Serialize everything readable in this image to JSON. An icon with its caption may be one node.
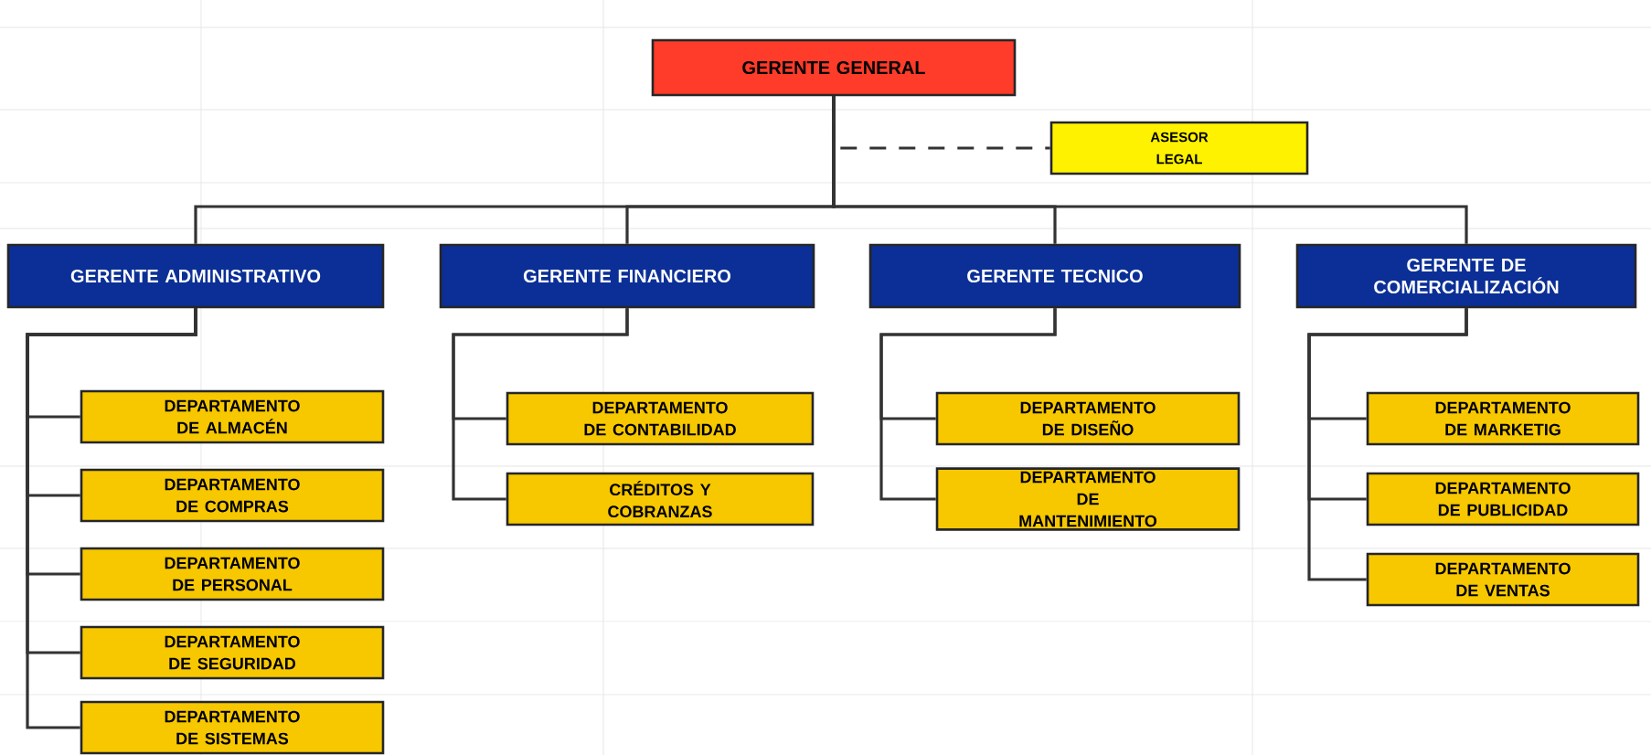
{
  "diagram": {
    "nodes": [
      {
        "text": [
          "GERENTE GENERAL"
        ]
      },
      {
        "text": [
          "ASESOR LEGAL"
        ]
      },
      {
        "text": [
          "GERENTE ADMINISTRATIVO"
        ]
      },
      {
        "text": [
          "GERENTE FINANCIERO"
        ]
      },
      {
        "text": [
          "GERENTE TECNICO"
        ]
      },
      {
        "text": [
          "GERENTE DE COMERCIALIZACIÓN"
        ]
      },
      {
        "text": [
          "DEPARTAMENTO DE ALMACÉN"
        ]
      },
      {
        "text": [
          "DEPARTAMENTO DE COMPRAS"
        ]
      },
      {
        "text": [
          "DEPARTAMENTO DE PERSONAL"
        ]
      },
      {
        "text": [
          "DEPARTAMENTO DE SEGURIDAD"
        ]
      },
      {
        "text": [
          "DEPARTAMENTO DE SISTEMAS"
        ]
      },
      {
        "text": [
          "DEPARTAMENTO DE CONTABILIDAD"
        ]
      },
      {
        "text": [
          "CRÉDITOS Y COBRANZAS"
        ]
      },
      {
        "text": [
          "DEPARTAMENTO DE DISEÑO"
        ]
      },
      {
        "text": [
          "DEPARTAMENTO DE MANTENIMIENTO"
        ]
      },
      {
        "text": [
          "DEPARTAMENTO DE MARKETIG"
        ]
      },
      {
        "text": [
          "DEPARTAMENTO DE PUBLICIDAD"
        ]
      },
      {
        "text": [
          "DEPARTAMENTO DE VENTAS"
        ]
      }
    ],
    "edges": [
      {
        "from": 0,
        "to": 1,
        "arrow": "none",
        "style": "dashed"
      },
      {
        "from": 0,
        "to": 2,
        "arrow": "none"
      },
      {
        "from": 0,
        "to": 3,
        "arrow": "none"
      },
      {
        "from": 0,
        "to": 4,
        "arrow": "none"
      },
      {
        "from": 0,
        "to": 5,
        "arrow": "none"
      },
      {
        "from": 2,
        "to": 6,
        "arrow": "none"
      },
      {
        "from": 2,
        "to": 7,
        "arrow": "none"
      },
      {
        "from": 2,
        "to": 8,
        "arrow": "none"
      },
      {
        "from": 2,
        "to": 9,
        "arrow": "none"
      },
      {
        "from": 2,
        "to": 10,
        "arrow": "none"
      },
      {
        "from": 3,
        "to": 11,
        "arrow": "none"
      },
      {
        "from": 3,
        "to": 12,
        "arrow": "none"
      },
      {
        "from": 4,
        "to": 13,
        "arrow": "none"
      },
      {
        "from": 4,
        "to": 14,
        "arrow": "none"
      },
      {
        "from": 5,
        "to": 15,
        "arrow": "none"
      },
      {
        "from": 5,
        "to": 16,
        "arrow": "none"
      },
      {
        "from": 5,
        "to": 17,
        "arrow": "none"
      }
    ]
  }
}
